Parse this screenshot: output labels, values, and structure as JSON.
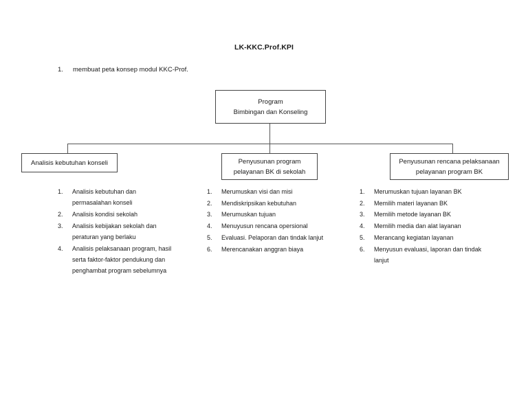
{
  "document": {
    "title": "LK-KKC.Prof.KPI",
    "task": {
      "number": "1.",
      "text": "membuat peta konsep modul KKC-Prof."
    }
  },
  "diagram": {
    "root": {
      "line1": "Program",
      "line2": "Bimbingan dan Konseling"
    },
    "branches": [
      {
        "box": {
          "line1": "Analisis kebutuhan konseli",
          "line2": ""
        },
        "items": [
          {
            "marker": "1.",
            "text": "Analisis kebutuhan dan permasalahan konseli"
          },
          {
            "marker": "2.",
            "text": "Analisis kondisi sekolah"
          },
          {
            "marker": "3.",
            "text": "Analisis kebijakan sekolah dan peraturan yang berlaku"
          },
          {
            "marker": "4.",
            "text": "Analisis pelaksanaan program, hasil serta faktor-faktor pendukung dan penghambat program sebelumnya"
          }
        ]
      },
      {
        "box": {
          "line1": "Penyusunan program",
          "line2": "pelayanan BK di sekolah"
        },
        "items": [
          {
            "marker": "1.",
            "text": "Merumuskan visi dan misi"
          },
          {
            "marker": "2.",
            "text": "Mendiskripsikan kebutuhan"
          },
          {
            "marker": "3.",
            "text": "Merumuskan tujuan"
          },
          {
            "marker": "4.",
            "text": "Menuyusun rencana opersional"
          },
          {
            "marker": "5.",
            "text": "Evaluasi. Pelaporan dan tindak lanjut"
          },
          {
            "marker": "6.",
            "text": "Merencanakan anggran biaya"
          }
        ]
      },
      {
        "box": {
          "line1": "Penyusunan rencana pelaksanaan",
          "line2": "pelayanan program BK"
        },
        "items": [
          {
            "marker": "1.",
            "text": "Merumuskan tujuan layanan BK"
          },
          {
            "marker": "2.",
            "text": "Memilih materi layanan BK"
          },
          {
            "marker": "3.",
            "text": "Memilih metode layanan BK"
          },
          {
            "marker": "4.",
            "text": "Memilih media dan alat layanan"
          },
          {
            "marker": "5.",
            "text": "Merancang kegiatan layanan"
          },
          {
            "marker": "6.",
            "text": "Menyusun evaluasi, laporan dan tindak lanjut"
          }
        ]
      }
    ]
  },
  "colors": {
    "page_background": "#ffffff",
    "text": "#1a1a1a",
    "box_border": "#444444",
    "connector": "#555555"
  }
}
